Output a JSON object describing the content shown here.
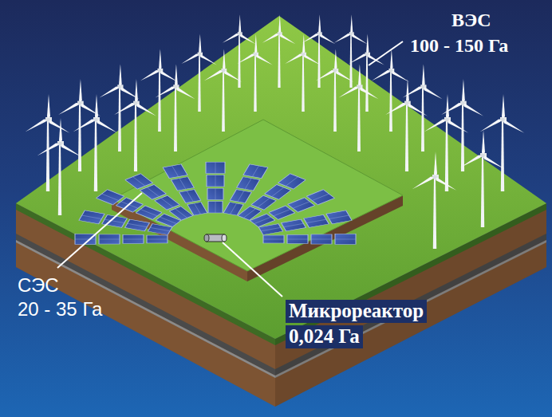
{
  "diagram": {
    "labels": [
      "ВЭС",
      "100 - 150 Га",
      "СЭС",
      "20 - 35 Га",
      "Микрореактор",
      "0,024 Га"
    ]
  }
}
